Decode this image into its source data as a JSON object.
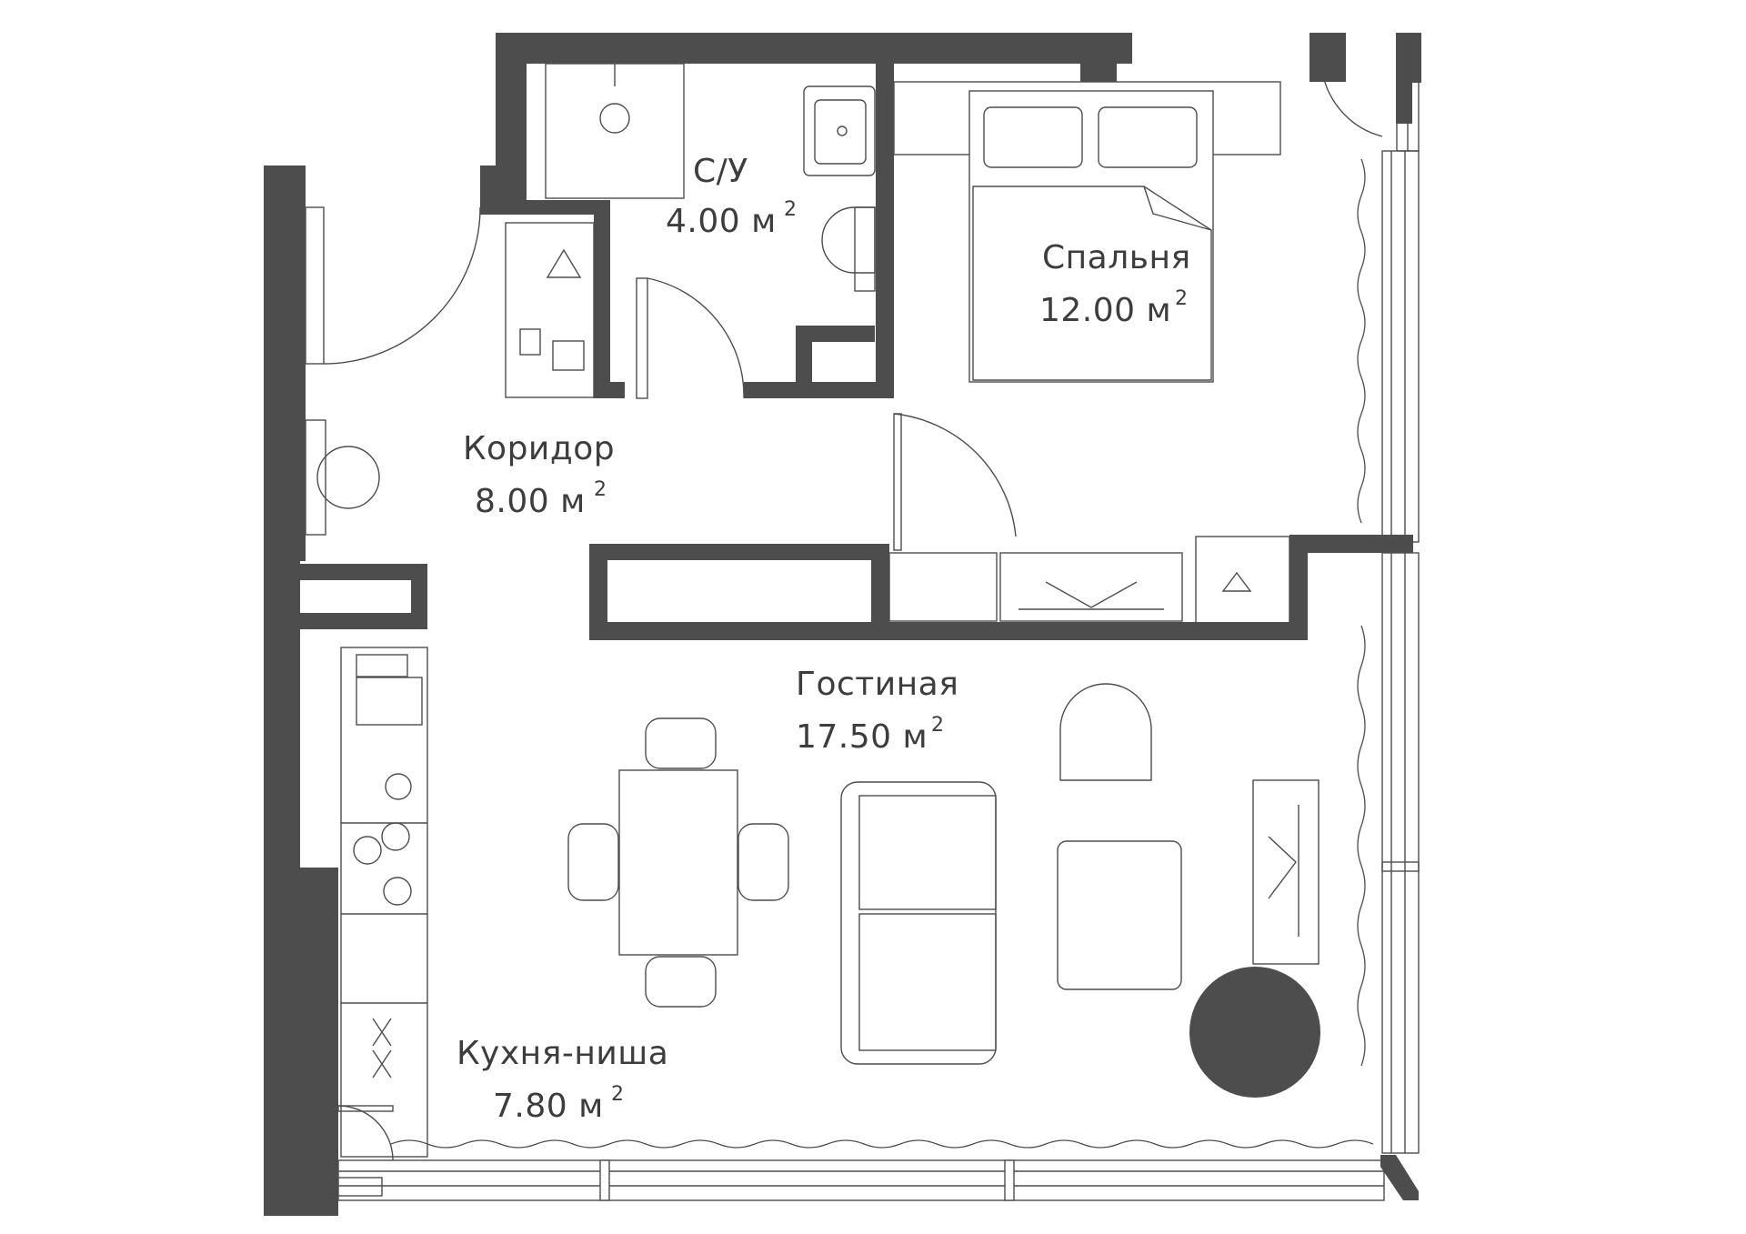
{
  "rooms": {
    "bathroom": {
      "name": "С/У",
      "area": "4.00 м",
      "unit_exp": "2"
    },
    "bedroom": {
      "name": "Спальня",
      "area": "12.00 м",
      "unit_exp": "2"
    },
    "corridor": {
      "name": "Коридор",
      "area": "8.00 м",
      "unit_exp": "2"
    },
    "living": {
      "name": "Гостиная",
      "area": "17.50 м",
      "unit_exp": "2"
    },
    "kitchen": {
      "name": "Кухня-ниша",
      "area": "7.80 м",
      "unit_exp": "2"
    }
  },
  "colors": {
    "walls": "#4d4d4d",
    "background": "#ffffff"
  }
}
